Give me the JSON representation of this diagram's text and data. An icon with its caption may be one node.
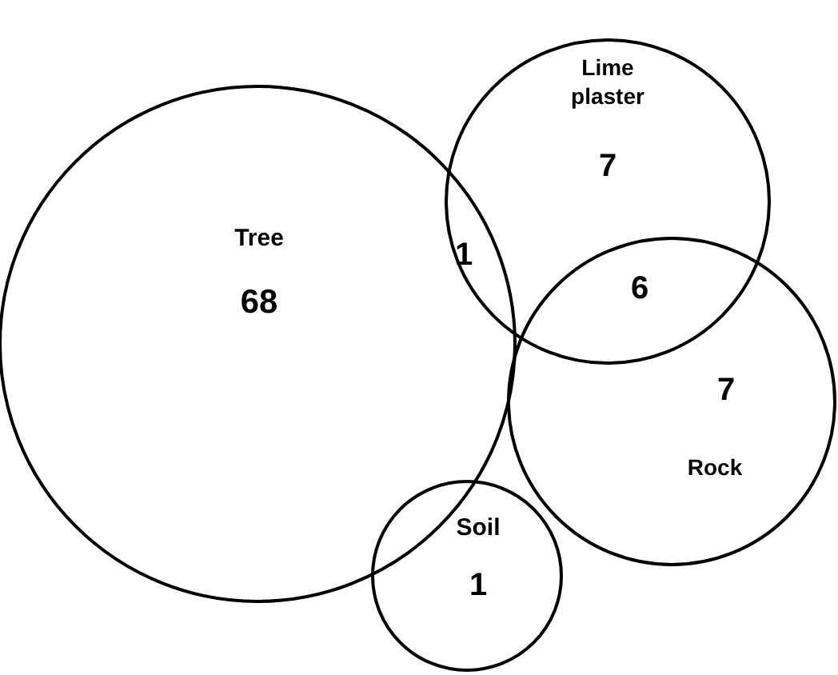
{
  "diagram": {
    "nodes": [
      {
        "text": [
          "Tree",
          "68"
        ]
      },
      {
        "text": [
          "Lime plaster",
          "7"
        ]
      },
      {
        "text": [
          "7",
          "Rock"
        ]
      },
      {
        "text": [
          "Soil",
          "1"
        ]
      }
    ],
    "labels": [
      "1",
      "6"
    ]
  }
}
